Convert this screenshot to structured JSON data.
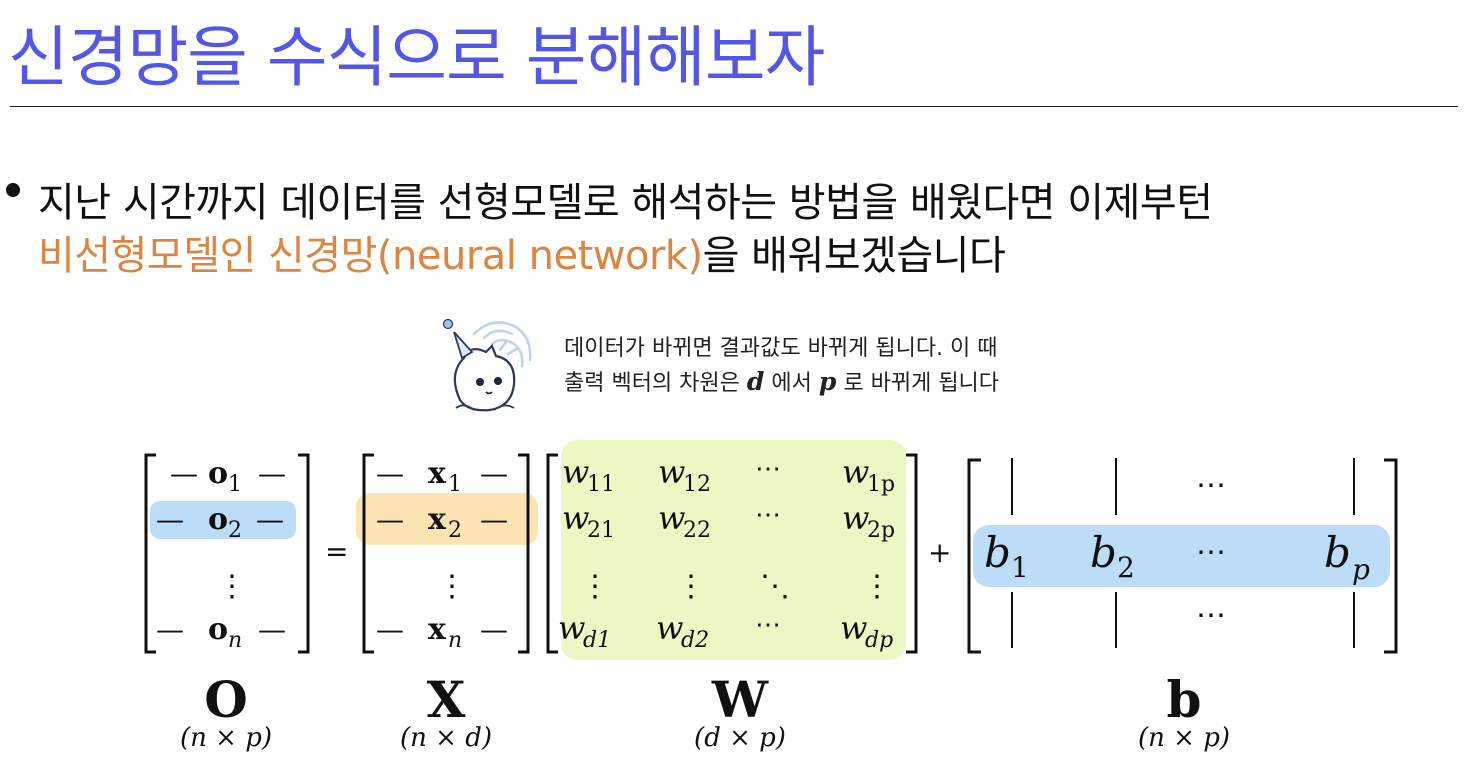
{
  "title": "신경망을 수식으로 분해해보자",
  "bullet": {
    "line1": "지난 시간까지 데이터를 선형모델로 해석하는 방법을 배웠다면 이제부턴",
    "highlight": "비선형모델인 신경망(neural network)",
    "rest": "을 배워보겠습니다"
  },
  "note": {
    "line1": "데이터가 바뀌면 결과값도 바뀌게 됩니다. 이 때",
    "line2_pre": "출력 벡터의 차원은",
    "d": "d",
    "line2_mid": "에서",
    "p": "p",
    "line2_post": "로 바뀌게 됩니다"
  },
  "equation": {
    "equals": "=",
    "plus": "+",
    "dash": "—",
    "vdots": "⋮",
    "cdots": "⋯",
    "ddots": "⋱",
    "O": {
      "rows": [
        "o",
        "o",
        "o"
      ],
      "subs": [
        "1",
        "2",
        "n"
      ]
    },
    "X": {
      "rows": [
        "x",
        "x",
        "x"
      ],
      "subs": [
        "1",
        "2",
        "n"
      ]
    },
    "W": {
      "base": "w",
      "row1": [
        "11",
        "12",
        "1p"
      ],
      "row2": [
        "21",
        "22",
        "2p"
      ],
      "row4": [
        "d1",
        "d2",
        "dp"
      ]
    },
    "b": {
      "base": "b",
      "subs": [
        "1",
        "2",
        "p"
      ]
    },
    "labels": [
      {
        "symbol": "O",
        "dims": "(n × p)"
      },
      {
        "symbol": "X",
        "dims": "(n × d)"
      },
      {
        "symbol": "W",
        "dims": "(d × p)"
      },
      {
        "symbol": "b",
        "dims": "(n × p)"
      }
    ]
  },
  "colors": {
    "title": "#5357e8",
    "highlight_text": "#dd8440",
    "o_row_highlight": "#bcdcf7",
    "x_row_highlight": "#fbe3b2",
    "w_highlight": "#ebf8c4",
    "b_highlight": "#bcdcf7"
  }
}
